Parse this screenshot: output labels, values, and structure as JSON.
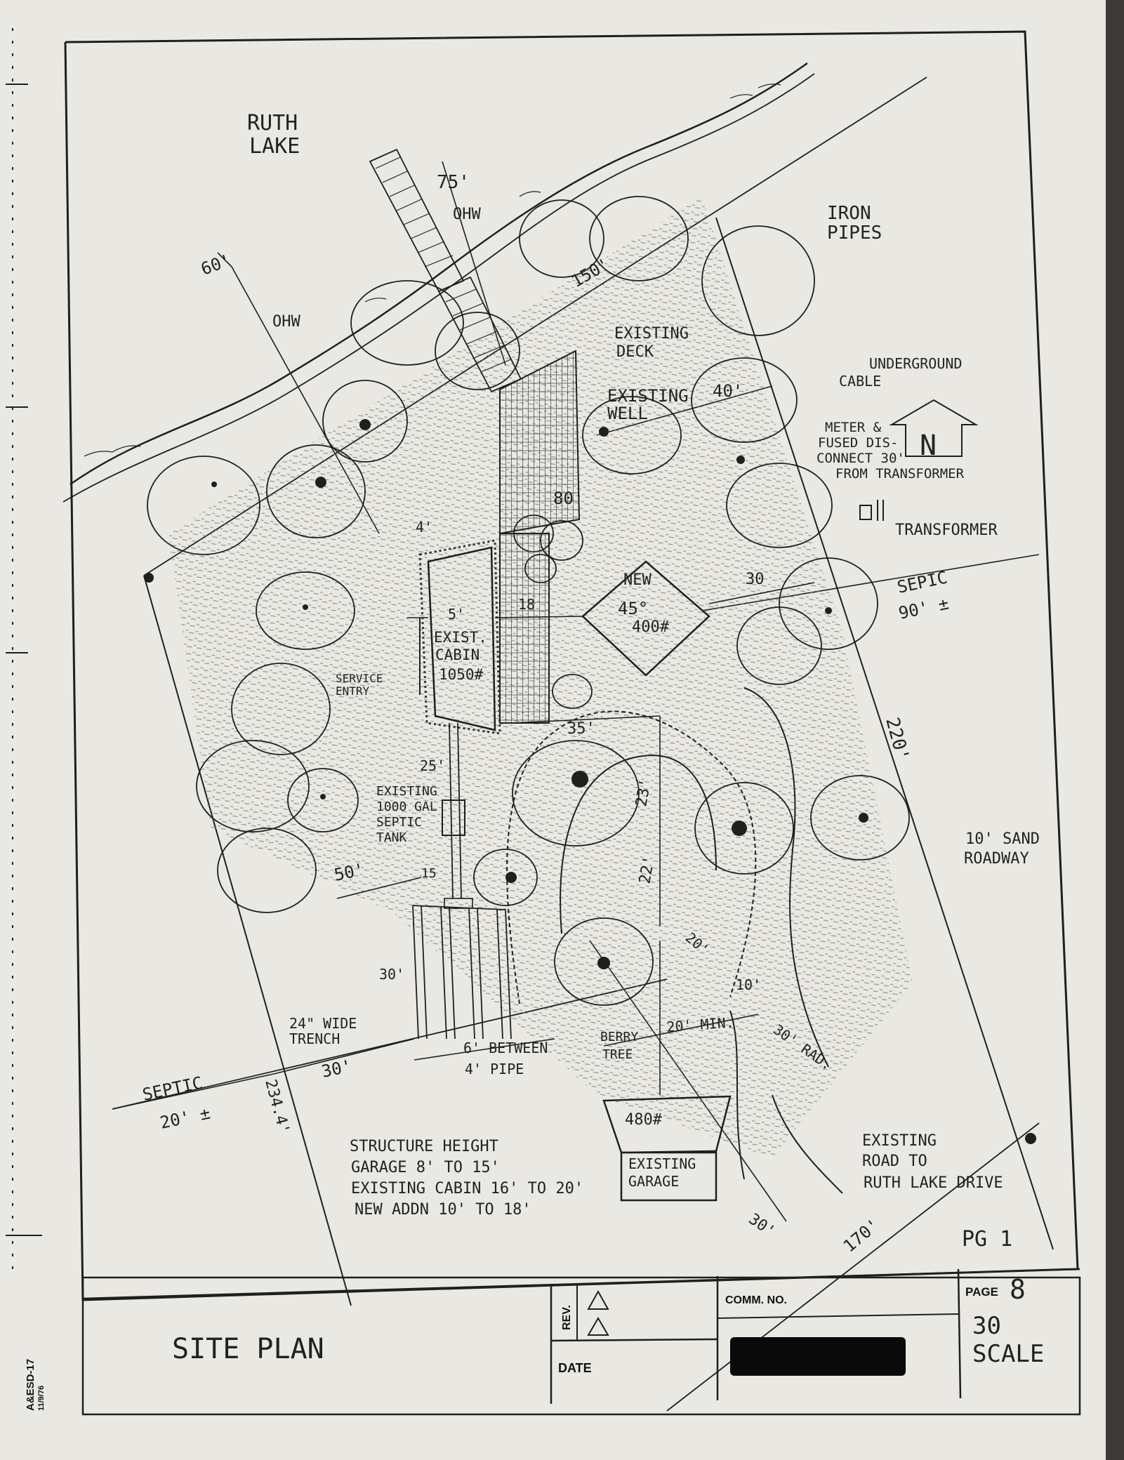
{
  "sheet_code": "A&ESD-17",
  "sheet_date_code": "11/9/76",
  "labels": {
    "lake": [
      "RUTH",
      "LAKE"
    ],
    "ohw": "OHW",
    "iron_pipes": [
      "IRON",
      "PIPES"
    ],
    "underground_cable": [
      "UNDERGROUND",
      "CABLE"
    ],
    "meter": [
      "METER &",
      "FUSED DIS-",
      "CONNECT 30'",
      "FROM TRANSFORMER"
    ],
    "transformer": "TRANSFORMER",
    "existing_deck": [
      "EXISTING",
      "DECK"
    ],
    "existing_well": [
      "EXISTING",
      "WELL"
    ],
    "septic_right": [
      "SEPIC",
      "90' ±"
    ],
    "new_addition": [
      "NEW",
      "45°",
      "400#"
    ],
    "exist_cabin": [
      "EXIST.",
      "CABIN",
      "1050#"
    ],
    "service_entry": [
      "SERVICE",
      "ENTRY"
    ],
    "septic_tank": [
      "EXISTING",
      "1000 GAL",
      "SEPTIC",
      "TANK"
    ],
    "sand_roadway": [
      "10' SAND",
      "ROADWAY"
    ],
    "trench": [
      "24\" WIDE",
      "TRENCH"
    ],
    "between_pipe": [
      "6' BETWEEN",
      "4' PIPE"
    ],
    "septic_left": [
      "SEPTIC",
      "20' ±"
    ],
    "berry_tree": [
      "BERRY",
      "TREE"
    ],
    "min_20": "20' MIN.",
    "rad_30": "30' RAD.",
    "garage_area": "480#",
    "existing_garage": [
      "EXISTING",
      "GARAGE"
    ],
    "existing_road": [
      "EXISTING",
      "ROAD TO",
      "RUTH LAKE DRIVE"
    ],
    "structure_height": [
      "STRUCTURE HEIGHT",
      "GARAGE 8' TO 15'",
      "EXISTING CABIN 16' TO 20'",
      "NEW ADDN 10' TO 18'"
    ],
    "pg": "PG 1"
  },
  "dimensions": {
    "d75": "75'",
    "d60": "60'",
    "d150": "150'",
    "d40": "40'",
    "d80": "80'",
    "d4": "4'",
    "d5": "5'",
    "d18": "18",
    "d30r": "30",
    "d220": "220'",
    "d35": "35'",
    "d25": "25'",
    "d23": "23'",
    "d22": "22'",
    "d20": "20'",
    "d10": "10'",
    "d50": "50'",
    "d15": "15",
    "d30a": "30'",
    "d30b": "30'",
    "d2344": "234.4'",
    "d30c": "30'",
    "d170": "170'"
  },
  "title_block": {
    "title": "SITE PLAN",
    "rev_label": "REV.",
    "date_label": "DATE",
    "comm_no_label": "COMM. NO.",
    "page_label": "PAGE",
    "page_number": "8",
    "scale_value": "30",
    "scale_label": "SCALE"
  },
  "colors": {
    "paper": "#e9e8e2",
    "ink": "#1f1f1f",
    "background": "#3b3a38"
  }
}
